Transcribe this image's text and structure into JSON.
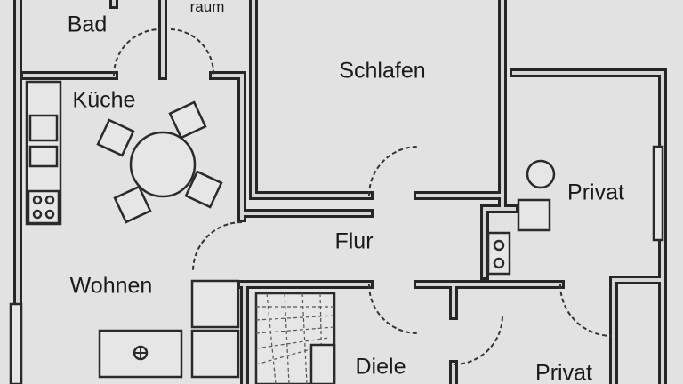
{
  "rooms": {
    "bad": "Bad",
    "abstellraum": "raum",
    "schlafen": "Schlafen",
    "kueche": "Küche",
    "privat_1": "Privat",
    "flur": "Flur",
    "wohnen": "Wohnen",
    "diele": "Diele",
    "privat_2": "Privat"
  }
}
